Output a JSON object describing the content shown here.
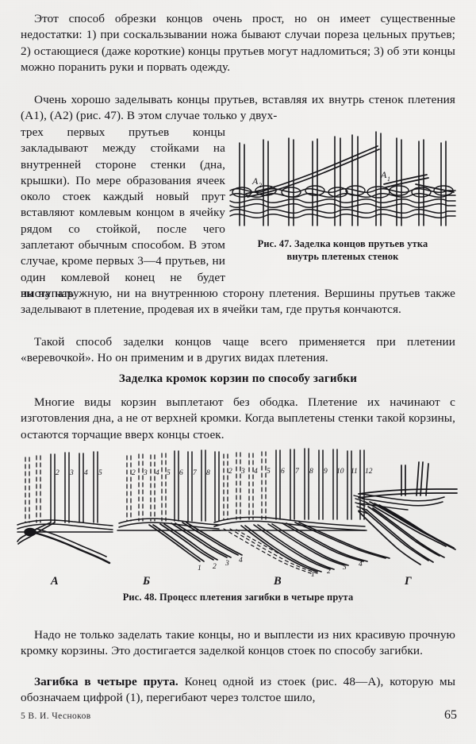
{
  "page": {
    "number": "65",
    "signature_mark": "5  В. И. Чесноков",
    "background_color": "#f2f1ef",
    "ink_color": "#16151a"
  },
  "paragraphs": {
    "p1": "Этот способ обрезки концов очень прост, но он имеет существенные недостатки: 1) при соскальзывании ножа бывают случаи пореза цельных прутьев; 2) остающиеся (даже короткие) концы прутьев могут надломиться; 3) об эти концы можно поранить руки и порвать одежду.",
    "p2_full": "Очень хорошо заделывать концы прутьев, вставляя их внутрь стенок плетения (А1), (А2) (рис. 47). В этом случае только у двух-",
    "p2_wrap": "трех первых прутьев концы закладывают между стойками на внутренней стороне стенки (дна, крышки). По мере образования ячеек около стоек каждый новый прут вставляют комлевым концом в ячейку рядом со стойкой, после чего заплетают обычным способом. В этом случае, кроме первых 3—4 прутьев, ни один комлевой конец не будет выступать",
    "p2_tail": "ни на наружную, ни на внутреннюю сторону плетения. Вершины прутьев также заделывают в плетение, продевая их в ячейки там, где прутья кончаются.",
    "p3": "Такой способ заделки концов чаще всего применяется при плетении «веревочкой». Но он применим и в других видах плетения.",
    "p4": "Многие виды корзин выплетают без ободка. Плетение их начинают с изготовления дна, а не от верхней кромки. Когда выплетены стенки такой корзины, остаются торчащие вверх концы стоек.",
    "p5": "Надо не только заделать такие концы, но и выплести из них красивую прочную кромку корзины. Это достигается заделкой концов стоек по способу загибки.",
    "p6_bold": "Загибка в четыре прута.",
    "p6_rest": " Конец одной из стоек (рис. 48—А), которую мы обозначаем цифрой (1), перегибают через толстое шило,"
  },
  "section_heading": "Заделка кромок корзин по способу загибки",
  "figure47": {
    "caption_line1": "Рис. 47. Заделка концов прутьев утка",
    "caption_line2": "внутрь плетеных стенок",
    "labels": [
      "А2",
      "А1"
    ]
  },
  "figure48": {
    "caption": "Рис. 48. Процесс плетения загибки в четыре прута",
    "panels": [
      {
        "label": "А",
        "stake_numbers": [
          "2",
          "3",
          "4",
          "5"
        ]
      },
      {
        "label": "Б",
        "stake_numbers": [
          "2",
          "3",
          "4",
          "5",
          "6",
          "7",
          "8"
        ],
        "bent_numbers": [
          "1",
          "2",
          "3",
          "4"
        ]
      },
      {
        "label": "В",
        "stake_numbers": [
          "2",
          "3",
          "4",
          "5",
          "6",
          "7",
          "8",
          "9",
          "10",
          "11",
          "12"
        ],
        "bent_numbers": [
          "1",
          "2",
          "3",
          "4"
        ]
      },
      {
        "label": "Г",
        "stake_numbers": []
      }
    ]
  }
}
